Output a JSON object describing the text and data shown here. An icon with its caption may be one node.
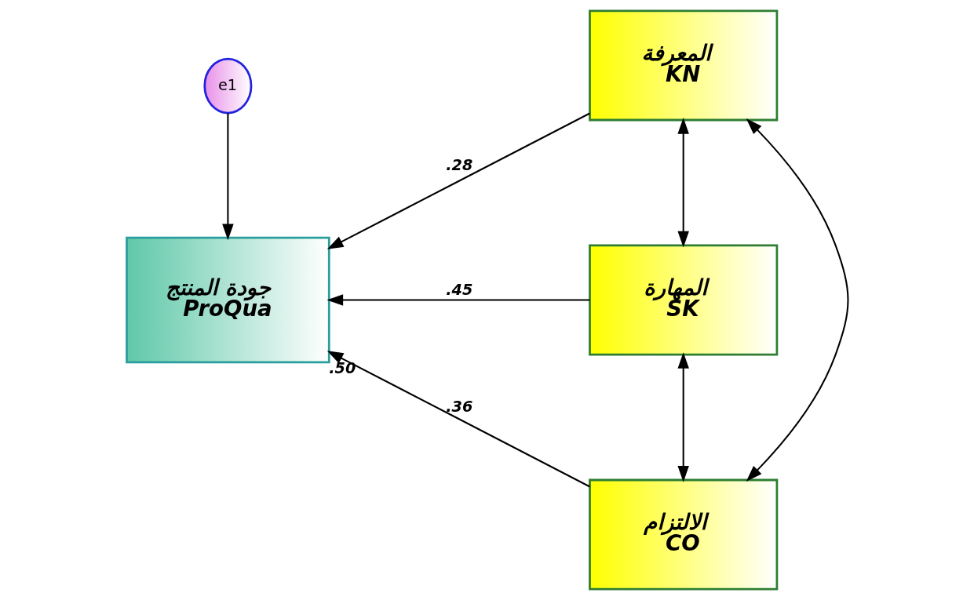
{
  "diagram": {
    "nodes": [
      {
        "text": [
          "المعرفة",
          "KN"
        ]
      },
      {
        "text": [
          "e1"
        ]
      },
      {
        "text": [
          "جودة المنتج",
          "ProQua"
        ],
        "beside": [
          ".50"
        ]
      },
      {
        "text": [
          "المهارة",
          "SK"
        ]
      },
      {
        "text": [
          "الالتزام",
          "CO"
        ]
      }
    ],
    "edges": [
      {
        "from": 0,
        "to": 2,
        "arrow": "to",
        "label": ".28"
      },
      {
        "from": 3,
        "to": 2,
        "arrow": "to",
        "label": ".45"
      },
      {
        "from": 4,
        "to": 2,
        "arrow": "to",
        "label": ".36"
      },
      {
        "from": 1,
        "to": 2,
        "arrow": "to"
      },
      {
        "from": 0,
        "to": 3,
        "arrow": "both"
      },
      {
        "from": 3,
        "to": 4,
        "arrow": "both"
      },
      {
        "from": 0,
        "to": 4,
        "arrow": "both"
      }
    ]
  }
}
